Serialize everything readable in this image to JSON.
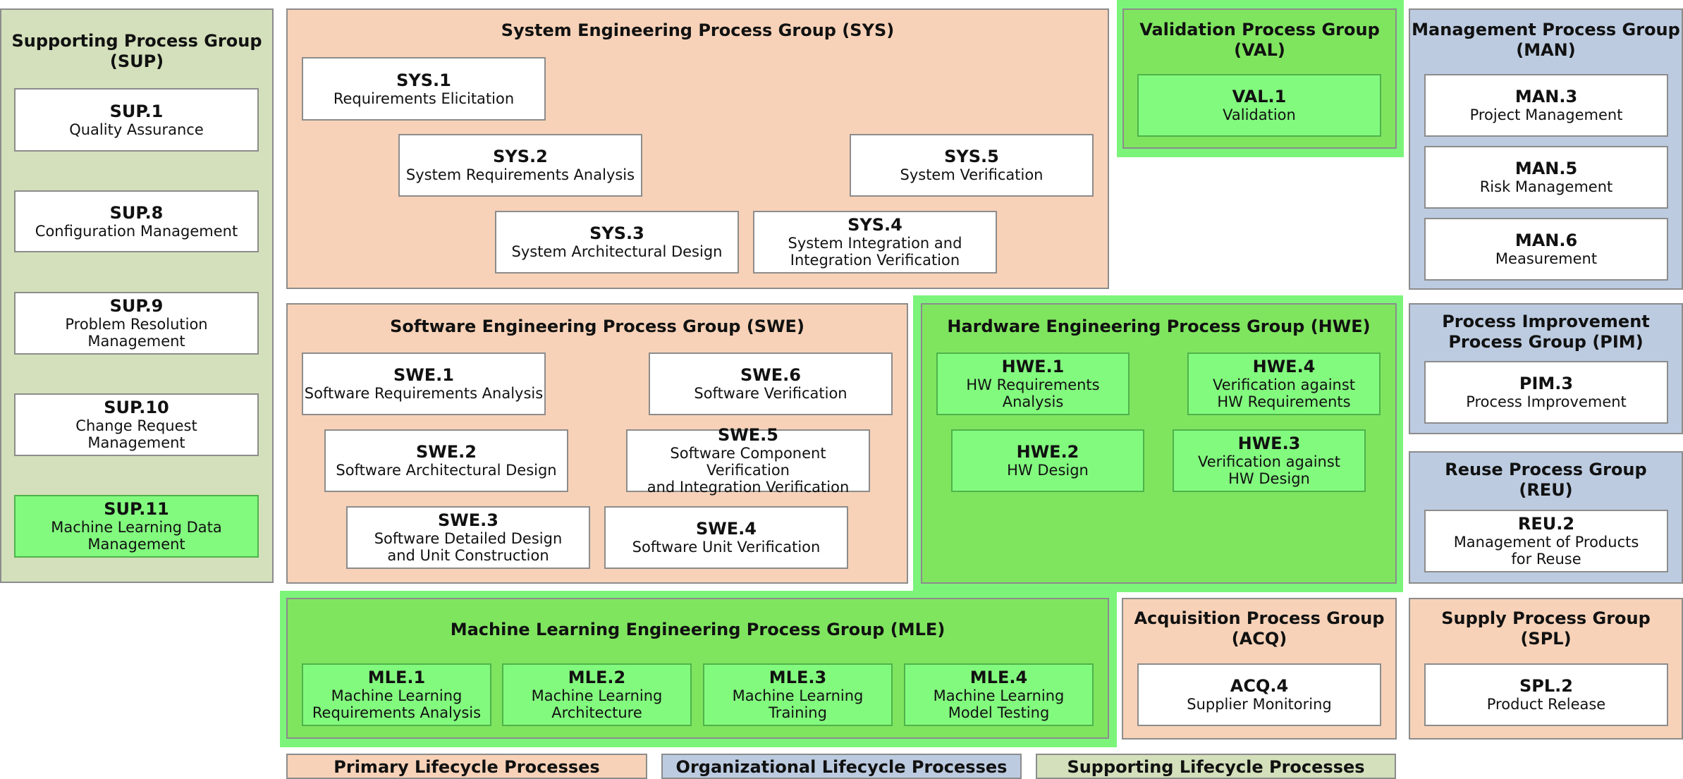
{
  "groups": {
    "sup": {
      "title": "Supporting Process Group",
      "abbr": "(SUP)"
    },
    "sys": {
      "title": "System Engineering Process Group (SYS)"
    },
    "val": {
      "title": "Validation Process Group",
      "abbr": "(VAL)"
    },
    "man": {
      "title": "Management Process Group",
      "abbr": "(MAN)"
    },
    "swe": {
      "title": "Software Engineering Process Group (SWE)"
    },
    "hwe": {
      "title": "Hardware Engineering Process Group (HWE)"
    },
    "pim": {
      "title": "Process Improvement",
      "abbr": "Process Group (PIM)"
    },
    "reu": {
      "title": "Reuse Process Group",
      "abbr": "(REU)"
    },
    "mle": {
      "title": "Machine Learning Engineering Process Group (MLE)"
    },
    "acq": {
      "title": "Acquisition Process Group",
      "abbr": "(ACQ)"
    },
    "spl": {
      "title": "Supply Process Group",
      "abbr": "(SPL)"
    }
  },
  "processes": {
    "sup1": {
      "code": "SUP.1",
      "l1": "Quality Assurance"
    },
    "sup8": {
      "code": "SUP.8",
      "l1": "Configuration Management"
    },
    "sup9": {
      "code": "SUP.9",
      "l1": "Problem Resolution",
      "l2": "Management"
    },
    "sup10": {
      "code": "SUP.10",
      "l1": "Change Request",
      "l2": "Management"
    },
    "sup11": {
      "code": "SUP.11",
      "l1": "Machine Learning Data",
      "l2": "Management"
    },
    "sys1": {
      "code": "SYS.1",
      "l1": "Requirements Elicitation"
    },
    "sys2": {
      "code": "SYS.2",
      "l1": "System Requirements Analysis"
    },
    "sys3": {
      "code": "SYS.3",
      "l1": "System Architectural Design"
    },
    "sys4": {
      "code": "SYS.4",
      "l1": "System Integration and",
      "l2": "Integration Verification"
    },
    "sys5": {
      "code": "SYS.5",
      "l1": "System Verification"
    },
    "val1": {
      "code": "VAL.1",
      "l1": "Validation"
    },
    "man3": {
      "code": "MAN.3",
      "l1": "Project Management"
    },
    "man5": {
      "code": "MAN.5",
      "l1": "Risk Management"
    },
    "man6": {
      "code": "MAN.6",
      "l1": "Measurement"
    },
    "swe1": {
      "code": "SWE.1",
      "l1": "Software Requirements Analysis"
    },
    "swe2": {
      "code": "SWE.2",
      "l1": "Software Architectural Design"
    },
    "swe3": {
      "code": "SWE.3",
      "l1": "Software Detailed Design",
      "l2": "and Unit Construction"
    },
    "swe4": {
      "code": "SWE.4",
      "l1": "Software Unit Verification"
    },
    "swe5": {
      "code": "SWE.5",
      "l1": "Software Component Verification",
      "l2": "and Integration Verification"
    },
    "swe6": {
      "code": "SWE.6",
      "l1": "Software Verification"
    },
    "hwe1": {
      "code": "HWE.1",
      "l1": "HW Requirements",
      "l2": "Analysis"
    },
    "hwe2": {
      "code": "HWE.2",
      "l1": "HW Design"
    },
    "hwe3": {
      "code": "HWE.3",
      "l1": "Verification against",
      "l2": "HW Design"
    },
    "hwe4": {
      "code": "HWE.4",
      "l1": "Verification against",
      "l2": "HW Requirements"
    },
    "pim3": {
      "code": "PIM.3",
      "l1": "Process Improvement"
    },
    "reu2": {
      "code": "REU.2",
      "l1": "Management of Products",
      "l2": "for Reuse"
    },
    "mle1": {
      "code": "MLE.1",
      "l1": "Machine Learning",
      "l2": "Requirements Analysis"
    },
    "mle2": {
      "code": "MLE.2",
      "l1": "Machine Learning",
      "l2": "Architecture"
    },
    "mle3": {
      "code": "MLE.3",
      "l1": "Machine Learning",
      "l2": "Training"
    },
    "mle4": {
      "code": "MLE.4",
      "l1": "Machine Learning",
      "l2": "Model Testing"
    },
    "acq4": {
      "code": "ACQ.4",
      "l1": "Supplier Monitoring"
    },
    "spl2": {
      "code": "SPL.2",
      "l1": "Product Release"
    }
  },
  "legend": {
    "primary": "Primary Lifecycle Processes",
    "organizational": "Organizational Lifecycle Processes",
    "supporting": "Supporting Lifecycle Processes"
  },
  "colors": {
    "primary": "#f7d2b8",
    "organizational": "#bccbe0",
    "supporting": "#d3e0bb",
    "ml_highlight": "#7cf47a",
    "ml_box": "#82fa7e"
  }
}
